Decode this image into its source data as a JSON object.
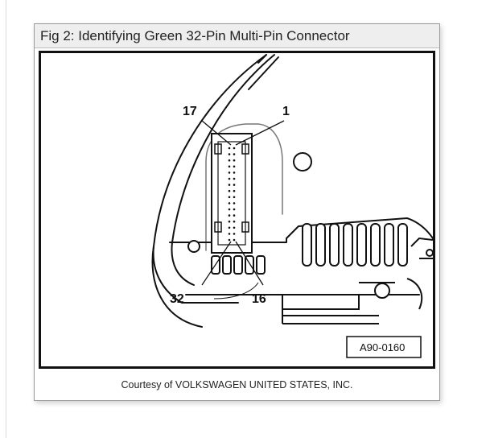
{
  "figure": {
    "title": "Fig 2: Identifying Green 32-Pin Multi-Pin Connector",
    "caption": "Courtesy of VOLKSWAGEN UNITED STATES, INC."
  },
  "diagram": {
    "labels": {
      "pin_17": "17",
      "pin_1": "1",
      "pin_32": "32",
      "pin_16": "16",
      "reference_code": "A90-0160"
    }
  }
}
